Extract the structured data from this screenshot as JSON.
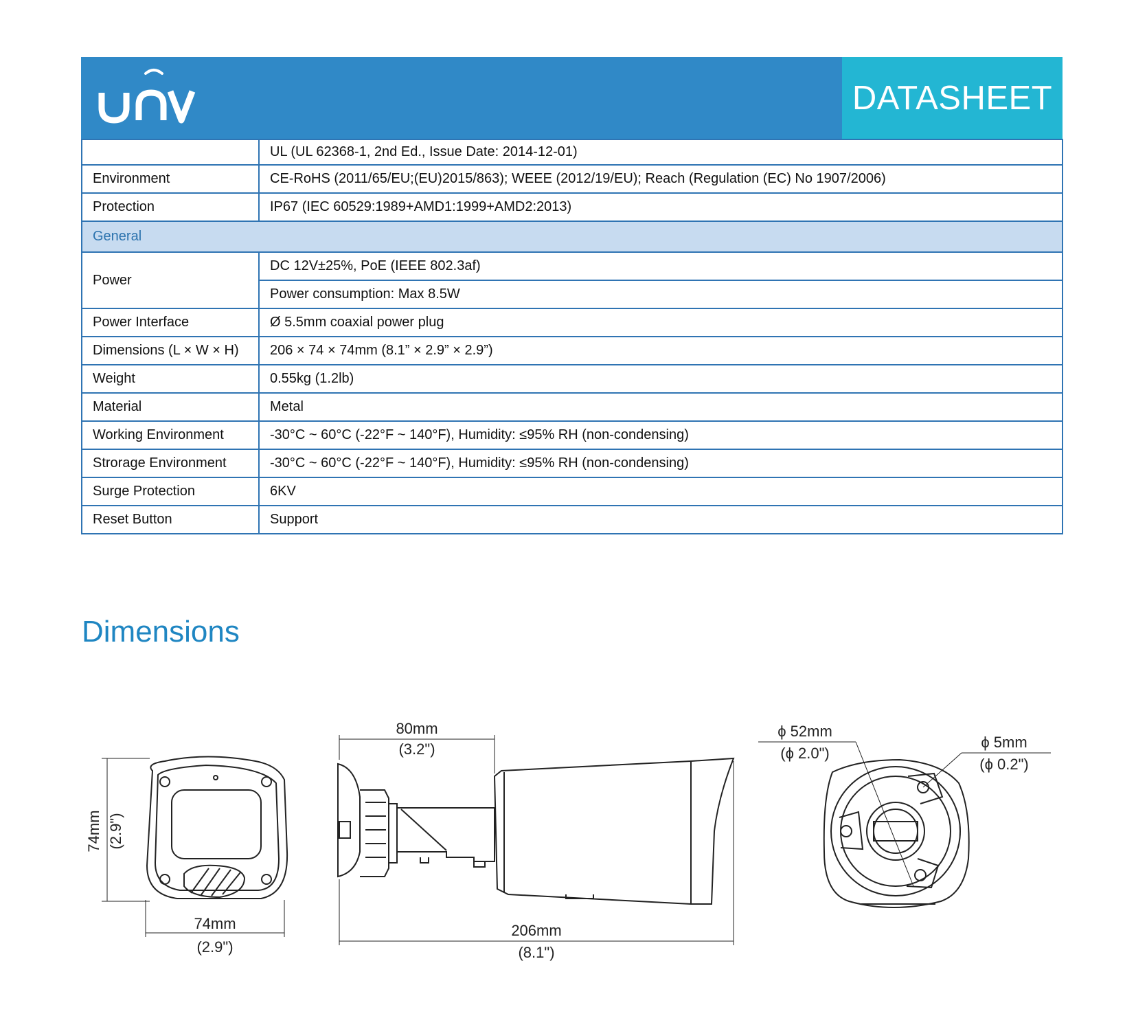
{
  "header": {
    "logo_text": "UNV",
    "title": "DATASHEET"
  },
  "spec_rows": [
    {
      "label": "",
      "value": "UL (UL 62368-1, 2nd Ed., Issue Date: 2014-12-01)"
    },
    {
      "label": "Environment",
      "value": "CE-RoHS (2011/65/EU;(EU)2015/863); WEEE (2012/19/EU); Reach (Regulation (EC) No 1907/2006)"
    },
    {
      "label": "Protection",
      "value": "IP67 (IEC 60529:1989+AMD1:1999+AMD2:2013)"
    }
  ],
  "section_general": "General",
  "power": {
    "label": "Power",
    "values": [
      "DC 12V±25%, PoE (IEEE 802.3af)",
      "Power consumption: Max 8.5W"
    ]
  },
  "general_rows": [
    {
      "label": "Power Interface",
      "value": "Ø 5.5mm coaxial power plug"
    },
    {
      "label": "Dimensions (L × W × H)",
      "value": "206 × 74 × 74mm (8.1” × 2.9” × 2.9”)"
    },
    {
      "label": "Weight",
      "value": "0.55kg (1.2lb)"
    },
    {
      "label": "Material",
      "value": "Metal"
    },
    {
      "label": "Working Environment",
      "value": "-30°C ~ 60°C (-22°F ~ 140°F), Humidity: ≤95% RH (non-condensing)"
    },
    {
      "label": "Strorage Environment",
      "value": "-30°C ~ 60°C (-22°F ~ 140°F), Humidity: ≤95% RH (non-condensing)"
    },
    {
      "label": "Surge Protection",
      "value": "6KV"
    },
    {
      "label": "Reset Button",
      "value": "Support"
    }
  ],
  "dimensions": {
    "title": "Dimensions",
    "front": {
      "height_mm": "74mm",
      "height_in": "(2.9\")",
      "width_mm": "74mm",
      "width_in": "(2.9\")"
    },
    "side": {
      "bracket_mm": "80mm",
      "bracket_in": "(3.2\")",
      "length_mm": "206mm",
      "length_in": "(8.1\")"
    },
    "rear": {
      "mount_dia_mm": "ϕ 52mm",
      "mount_dia_in": "(ϕ 2.0\")",
      "hole_dia_mm": "ϕ 5mm",
      "hole_dia_in": "(ϕ 0.2\")"
    }
  },
  "colors": {
    "header_blue": "#3089c7",
    "datasheet_teal": "#23b6d3",
    "table_border": "#2f74b3",
    "section_bg": "#c7dbf0",
    "title_blue": "#1f86c2"
  }
}
